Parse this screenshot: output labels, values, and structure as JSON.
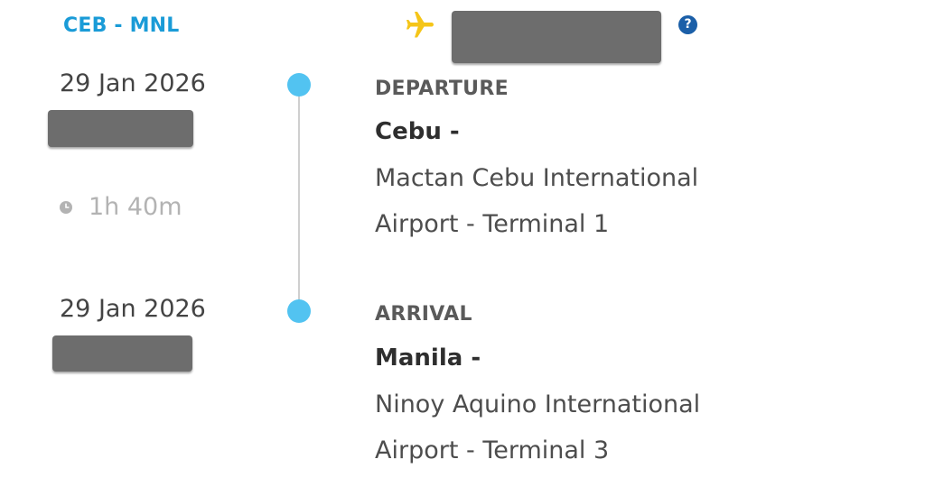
{
  "header": {
    "route": "CEB - MNL",
    "plane_icon": "plane-icon",
    "help_icon": "help-icon",
    "help_symbol": "?"
  },
  "timeline": {
    "duration": "1h 40m",
    "clock_icon": "clock-icon"
  },
  "departure": {
    "date": "29 Jan 2026",
    "label": "DEPARTURE",
    "city": "Cebu -",
    "airport_line1": "Mactan Cebu International",
    "airport_line2": "Airport - Terminal 1"
  },
  "arrival": {
    "date": "29 Jan 2026",
    "label": "ARRIVAL",
    "city": "Manila -",
    "airport_line1": "Ninoy Aquino International",
    "airport_line2": "Airport - Terminal 3"
  },
  "colors": {
    "route": "#1a9bd7",
    "plane": "#f5c518",
    "timeline_dot": "#52c3f1",
    "help_icon": "#1b5fa8",
    "redaction": "#6d6d6d"
  }
}
